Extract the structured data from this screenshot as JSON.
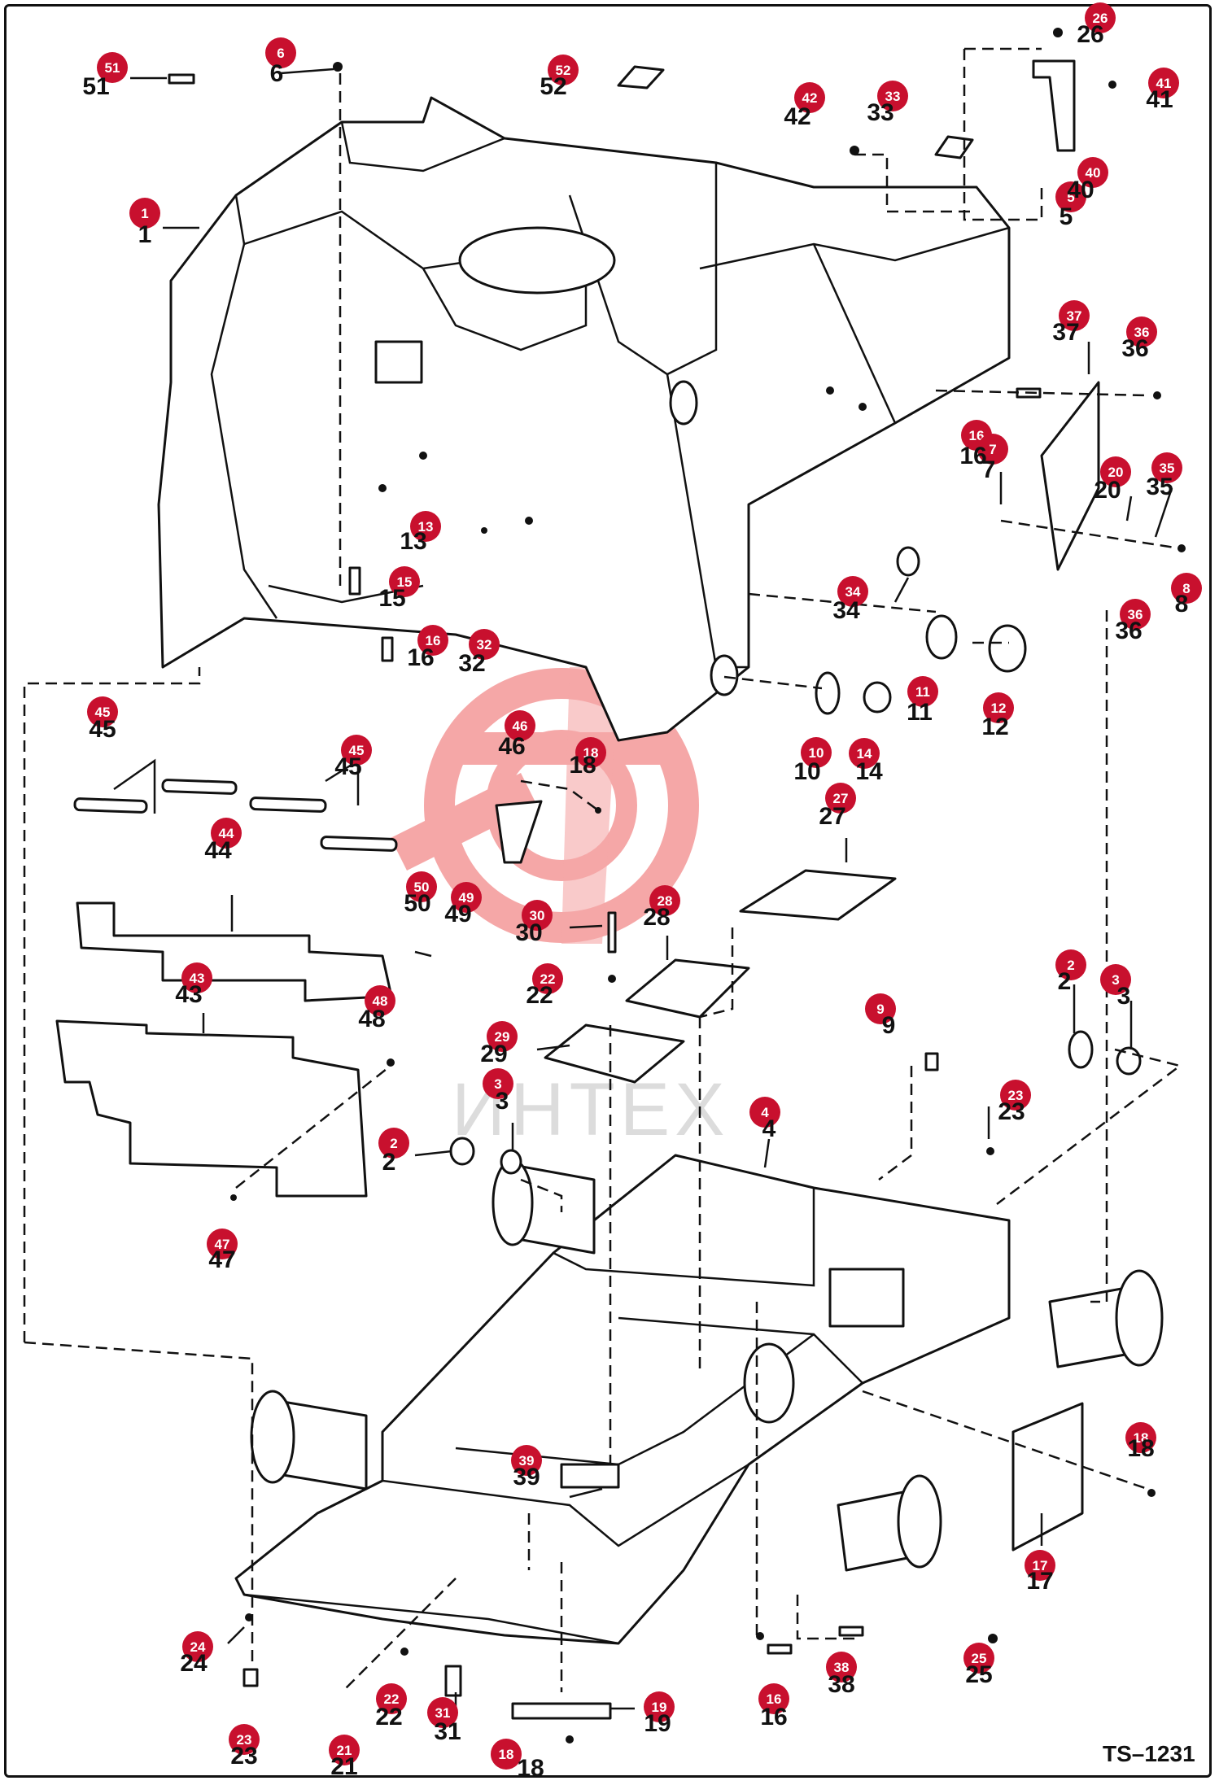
{
  "drawing": {
    "reference": "TS–1231",
    "watermark_text": "ИНТЕХ",
    "watermark_color": "#f28a8a",
    "callout_color": "#c8102e"
  },
  "parts": [
    {
      "no": "1"
    },
    {
      "no": "2"
    },
    {
      "no": "3"
    },
    {
      "no": "4"
    },
    {
      "no": "5"
    },
    {
      "no": "6"
    },
    {
      "no": "7"
    },
    {
      "no": "8"
    },
    {
      "no": "9"
    },
    {
      "no": "10"
    },
    {
      "no": "11"
    },
    {
      "no": "12"
    },
    {
      "no": "13"
    },
    {
      "no": "14"
    },
    {
      "no": "15"
    },
    {
      "no": "16"
    },
    {
      "no": "17"
    },
    {
      "no": "18"
    },
    {
      "no": "19"
    },
    {
      "no": "20"
    },
    {
      "no": "21"
    },
    {
      "no": "22"
    },
    {
      "no": "23"
    },
    {
      "no": "24"
    },
    {
      "no": "25"
    },
    {
      "no": "26"
    },
    {
      "no": "27"
    },
    {
      "no": "28"
    },
    {
      "no": "29"
    },
    {
      "no": "30"
    },
    {
      "no": "31"
    },
    {
      "no": "32"
    },
    {
      "no": "33"
    },
    {
      "no": "34"
    },
    {
      "no": "35"
    },
    {
      "no": "36"
    },
    {
      "no": "37"
    },
    {
      "no": "38"
    },
    {
      "no": "39"
    },
    {
      "no": "40"
    },
    {
      "no": "41"
    },
    {
      "no": "42"
    },
    {
      "no": "43"
    },
    {
      "no": "44"
    },
    {
      "no": "45"
    },
    {
      "no": "46"
    },
    {
      "no": "47"
    },
    {
      "no": "48"
    },
    {
      "no": "49"
    },
    {
      "no": "50"
    },
    {
      "no": "51"
    },
    {
      "no": "52"
    }
  ]
}
